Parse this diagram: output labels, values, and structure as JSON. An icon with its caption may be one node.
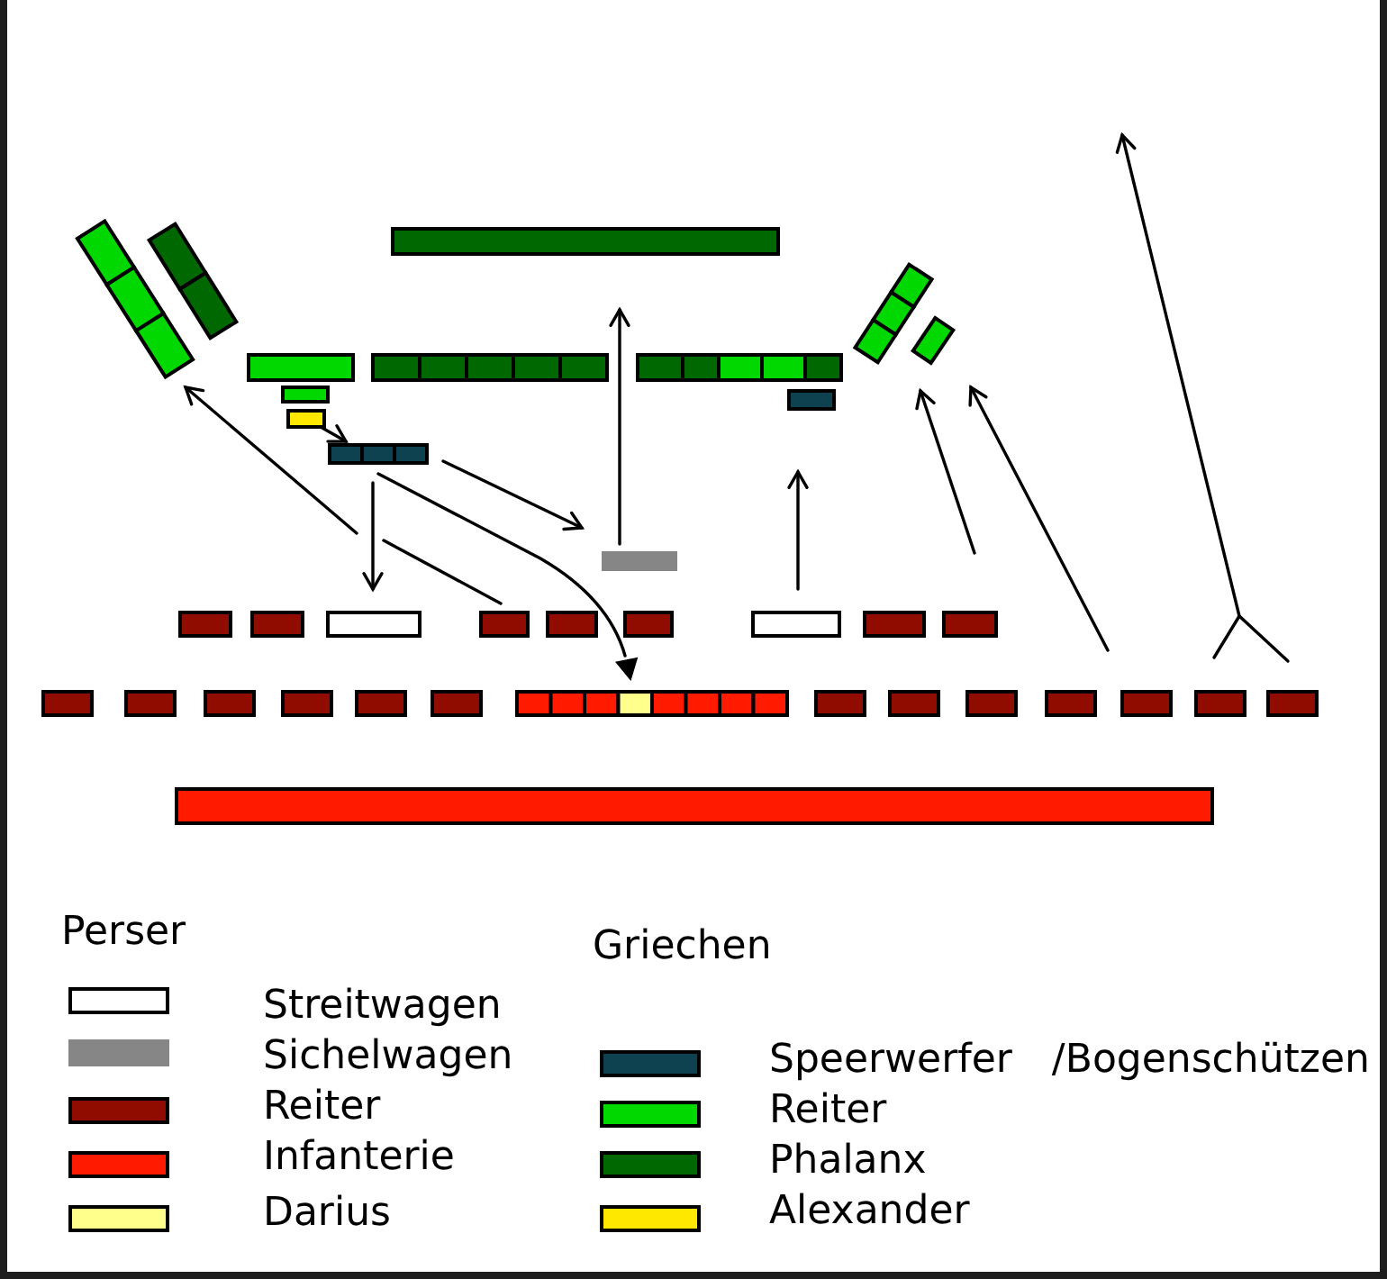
{
  "diagram": {
    "labels": [
      "Perser",
      "Griechen"
    ],
    "legend": [
      {
        "text": "Streitwagen",
        "color": "#ffffff"
      },
      {
        "text": "Sichelwagen",
        "color": "#868686"
      },
      {
        "text": "Reiter",
        "color": "#900c00"
      },
      {
        "text": "Infanterie",
        "color": "#ff1a00"
      },
      {
        "text": "Darius",
        "color": "#ffff8c"
      },
      {
        "text": "Speerwerfer /Bogenschützen",
        "color": "#0e4250"
      },
      {
        "text": "Reiter",
        "color": "#00d800"
      },
      {
        "text": "Phalanx",
        "color": "#006800"
      },
      {
        "text": "Alexander",
        "color": "#ffe800"
      }
    ]
  }
}
